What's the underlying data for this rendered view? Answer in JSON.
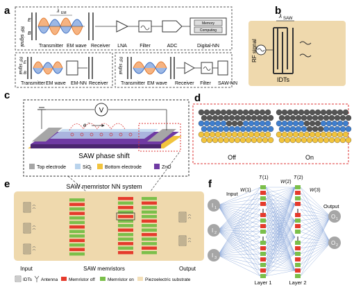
{
  "panel_letters": {
    "a": "a",
    "b": "b",
    "c": "c",
    "d": "d",
    "e": "e",
    "f": "f"
  },
  "panel_a": {
    "lambda_label": "λ",
    "lambda_sub": "EM",
    "rf_signal": "RF signal",
    "field_e": "E",
    "field_b": "B",
    "transmitter": "Transmitter",
    "em_wave": "EM wave",
    "receiver": "Receiver",
    "lna": "LNA",
    "filter": "Filter",
    "adc": "ADC",
    "digital_nn": "Digital-NN",
    "memory": "Memory",
    "computing": "Computing",
    "em_nn": "EM-NN",
    "saw_nn": "SAW-NN"
  },
  "panel_b": {
    "lambda_label": "λ",
    "lambda_sub": "SAW",
    "rf_signal": "RF signal",
    "idts": "IDTs"
  },
  "panel_c": {
    "voltmeter": "V",
    "electron": "e",
    "electron_sup": "−",
    "saw_phase_shift": "SAW phase shift",
    "legend": [
      {
        "label": "Top electrode",
        "color": "#a6a6a6"
      },
      {
        "label": "SiO",
        "sub": "2",
        "color": "#b9d3ec"
      },
      {
        "label": "Bottom electrode",
        "color": "#f2c43d"
      },
      {
        "label": "ZnO",
        "color": "#6f3aa3"
      }
    ]
  },
  "panel_d": {
    "off": "Off",
    "on": "On"
  },
  "panel_e": {
    "title": "SAW memristor NN system",
    "input": "Input",
    "saw_memristors": "SAW memristors",
    "output": "Output",
    "legend": [
      {
        "label": "IDTs"
      },
      {
        "label": "Antenna"
      },
      {
        "label": "Memristor off",
        "color": "#e53a2c"
      },
      {
        "label": "Memristor on",
        "color": "#7bbf4a"
      },
      {
        "label": "Piezoelectric substrate",
        "color": "#f3dfb8"
      }
    ]
  },
  "panel_f": {
    "input": "Input",
    "output": "Output",
    "inputs": [
      {
        "n": "I",
        "s": "1"
      },
      {
        "n": "I",
        "s": "2"
      },
      {
        "n": "I",
        "s": "3"
      }
    ],
    "outputs": [
      {
        "n": "O",
        "s": "1"
      },
      {
        "n": "O",
        "s": "2"
      }
    ],
    "weights": [
      {
        "n": "W",
        "s": "(1)"
      },
      {
        "n": "W",
        "s": "(2)"
      },
      {
        "n": "W",
        "s": "(3)"
      }
    ],
    "t_labels": [
      {
        "n": "T",
        "s": "(1)"
      },
      {
        "n": "T",
        "s": "(2)"
      }
    ],
    "layer1": "Layer 1",
    "layer2": "Layer 2"
  },
  "colors": {
    "red": "#e53a2c",
    "green": "#7bbf4a",
    "blue": "#3f7fcf",
    "beige": "#efd9ad",
    "yellow": "#f2c43d",
    "purple": "#6f3aa3",
    "gray": "#a6a6a6",
    "em_orange": "#f08a3a",
    "em_blue": "#4a7fcc"
  },
  "icons": [
    "idt-icon",
    "antenna-icon",
    "filter-icon",
    "voltmeter-icon",
    "rf-source-icon"
  ]
}
